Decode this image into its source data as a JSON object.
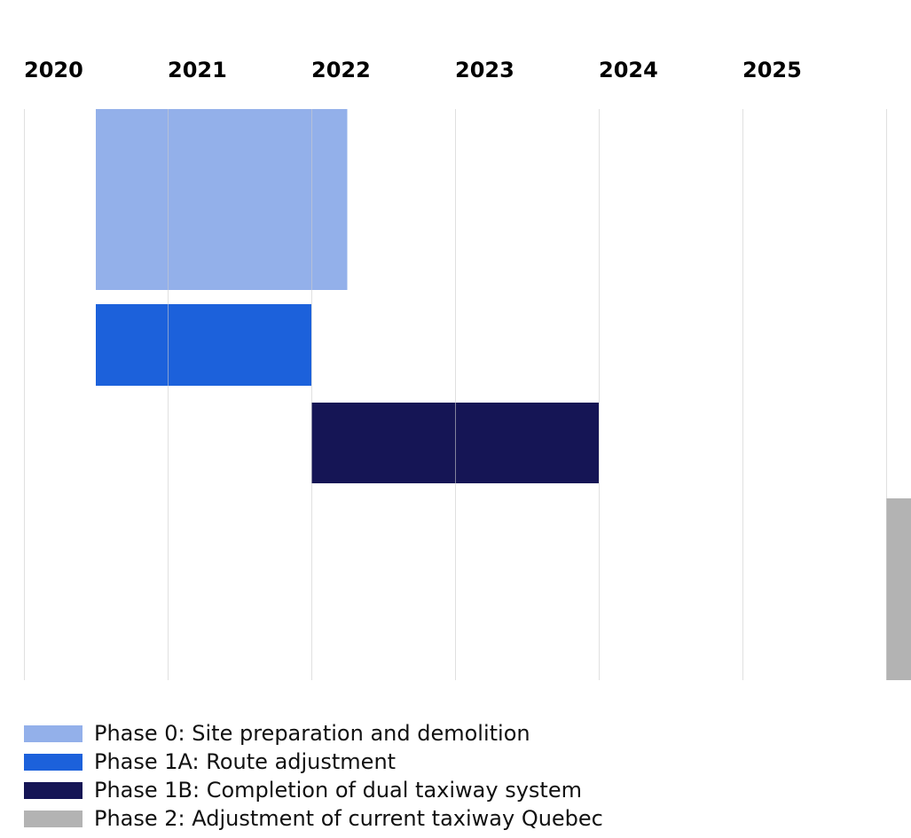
{
  "chart_data": {
    "type": "gantt",
    "title": "",
    "xlabel": "",
    "ylabel": "",
    "x_axis": {
      "ticks": [
        "2020",
        "2021",
        "2022",
        "2023",
        "2024",
        "2025"
      ],
      "range": [
        2020,
        2026
      ],
      "position": "top"
    },
    "grid": true,
    "series": [
      {
        "name": "Phase 0: Site preparation and demolition",
        "start": 2020.5,
        "end": 2022.25,
        "color": "#93b0ea"
      },
      {
        "name": "Phase 1A: Route adjustment",
        "start": 2020.5,
        "end": 2022.0,
        "color": "#1c61db"
      },
      {
        "name": "Phase 1B: Completion of dual taxiway system",
        "start": 2022.0,
        "end": 2024.0,
        "color": "#151555"
      },
      {
        "name": "Phase 2: Adjustment of current taxiway Quebec",
        "start": 2026.0,
        "end": 2026.2,
        "color": "#b3b3b3"
      }
    ],
    "legend": {
      "position": "bottom-left",
      "items": [
        "Phase 0: Site preparation and demolition",
        "Phase 1A: Route adjustment",
        "Phase 1B: Completion of dual taxiway system",
        "Phase 2: Adjustment of current taxiway Quebec"
      ]
    }
  }
}
